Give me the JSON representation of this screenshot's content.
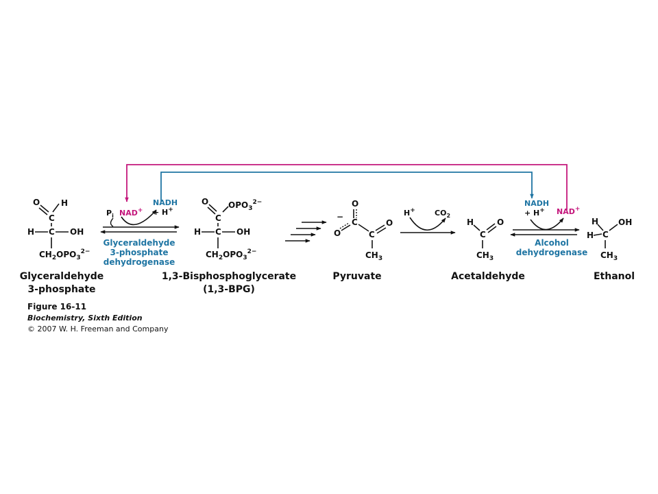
{
  "colors": {
    "magenta": "#c4177c",
    "teal": "#1f75a3",
    "black": "#111111"
  },
  "cofactors": {
    "pi": "P",
    "pi_sub": "i",
    "nad": "NAD",
    "nad_sup": "+",
    "nadh": "NADH",
    "h_plus": "+ H",
    "h_plus_sup": "+",
    "h": "H",
    "h_sup": "+",
    "co2": "CO",
    "co2_sub": "2"
  },
  "enzymes": {
    "gapdh": [
      "Glyceraldehyde",
      "3-phosphate",
      "dehydrogenase"
    ],
    "adh": [
      "Alcohol",
      "dehydrogenase"
    ]
  },
  "compounds": {
    "g3p": [
      "Glyceraldehyde",
      "3-phosphate"
    ],
    "bpg": [
      "1,3-Bisphosphoglycerate",
      "(1,3-BPG)"
    ],
    "pyruvate": "Pyruvate",
    "acetaldehyde": "Acetaldehyde",
    "ethanol": "Ethanol"
  },
  "structures": {
    "g3p": {
      "o": "O",
      "h_top": "H",
      "h_left": "H",
      "c1": "C",
      "c2": "C",
      "oh": "OH",
      "ch2opo3": "CH",
      "ch2_sub": "2",
      "opo3": "OPO",
      "opo3_sub": "3",
      "opo3_sup": "2−"
    },
    "bpg": {
      "o": "O",
      "opo3": "OPO",
      "opo3_sub": "3",
      "opo3_sup": "2−",
      "c1": "C",
      "c2": "C",
      "h_left": "H",
      "oh": "OH",
      "ch2": "CH",
      "ch2_sub": "2",
      "ch2_opo3": "OPO",
      "ch2_opo3_sub": "3",
      "ch2_opo3_sup": "2−"
    },
    "pyruvate": {
      "minus": "−",
      "o_top": "O",
      "o_left": "O",
      "c1": "C",
      "c2": "C",
      "o_right": "O",
      "ch3": "CH",
      "ch3_sub": "3"
    },
    "acetaldehyde": {
      "h": "H",
      "c": "C",
      "o": "O",
      "ch3": "CH",
      "ch3_sub": "3"
    },
    "ethanol": {
      "h_top": "H",
      "h_left": "H",
      "c": "C",
      "oh": "OH",
      "ch3": "CH",
      "ch3_sub": "3"
    }
  },
  "caption": {
    "title": "Figure 16-11",
    "book": "Biochemistry, Sixth Edition",
    "copyright": "© 2007 W. H. Freeman and Company"
  }
}
